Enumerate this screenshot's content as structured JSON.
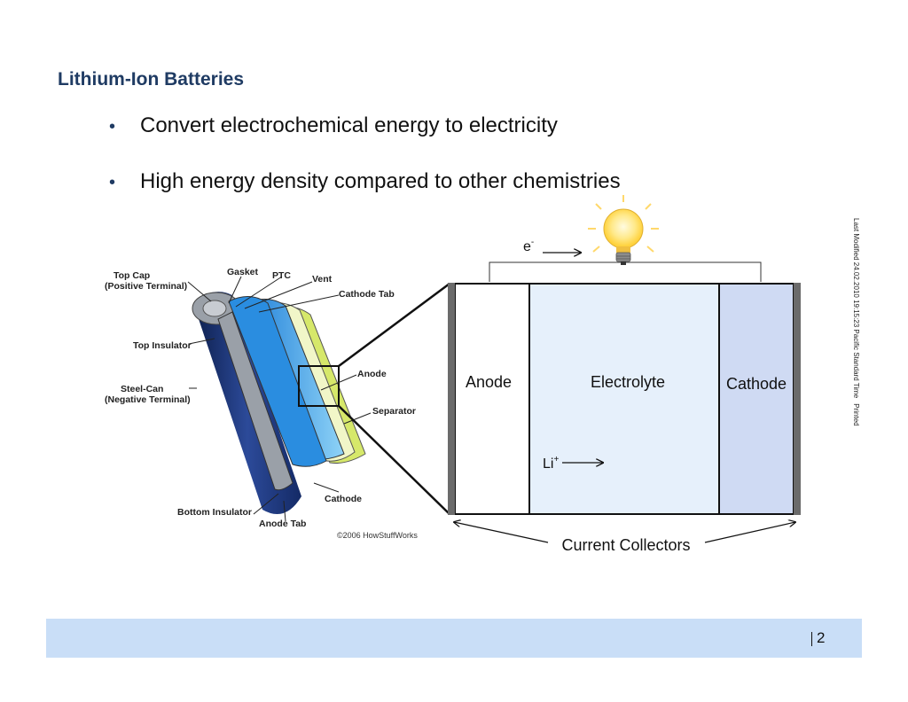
{
  "slide": {
    "title": "Lithium-Ion Batteries",
    "bullets": [
      "Convert electrochemical energy to electricity",
      "High energy density compared to other chemistries"
    ],
    "side_note": "Last Modified 24.02.2010 19:15:23 Pacific Standard Time",
    "side_note_printed": "Printed",
    "page_number": "2"
  },
  "battery_illustration": {
    "labels": {
      "top_cap": [
        "Top Cap",
        "(Positive Terminal)"
      ],
      "gasket": "Gasket",
      "ptc": "PTC",
      "vent": "Vent",
      "cathode_tab": "Cathode Tab",
      "top_insulator": "Top Insulator",
      "anode": "Anode",
      "steel_can": [
        "Steel-Can",
        "(Negative Terminal)"
      ],
      "separator": "Separator",
      "cathode": "Cathode",
      "bottom_insulator": "Bottom Insulator",
      "anode_tab": "Anode Tab",
      "credit": "©2006 HowStuffWorks"
    }
  },
  "cell_diagram": {
    "electron": "e",
    "electron_sup": "-",
    "anode": "Anode",
    "electrolyte": "Electrolyte",
    "cathode": "Cathode",
    "ion": "Li",
    "ion_sup": "+",
    "current_collectors": "Current Collectors"
  },
  "colors": {
    "title": "#1f3b63",
    "footer_band": "#c9def7",
    "electrolyte_fill": "#e6f0fb",
    "cathode_fill": "#cfdaf3",
    "collector": "#6b6b6b"
  }
}
